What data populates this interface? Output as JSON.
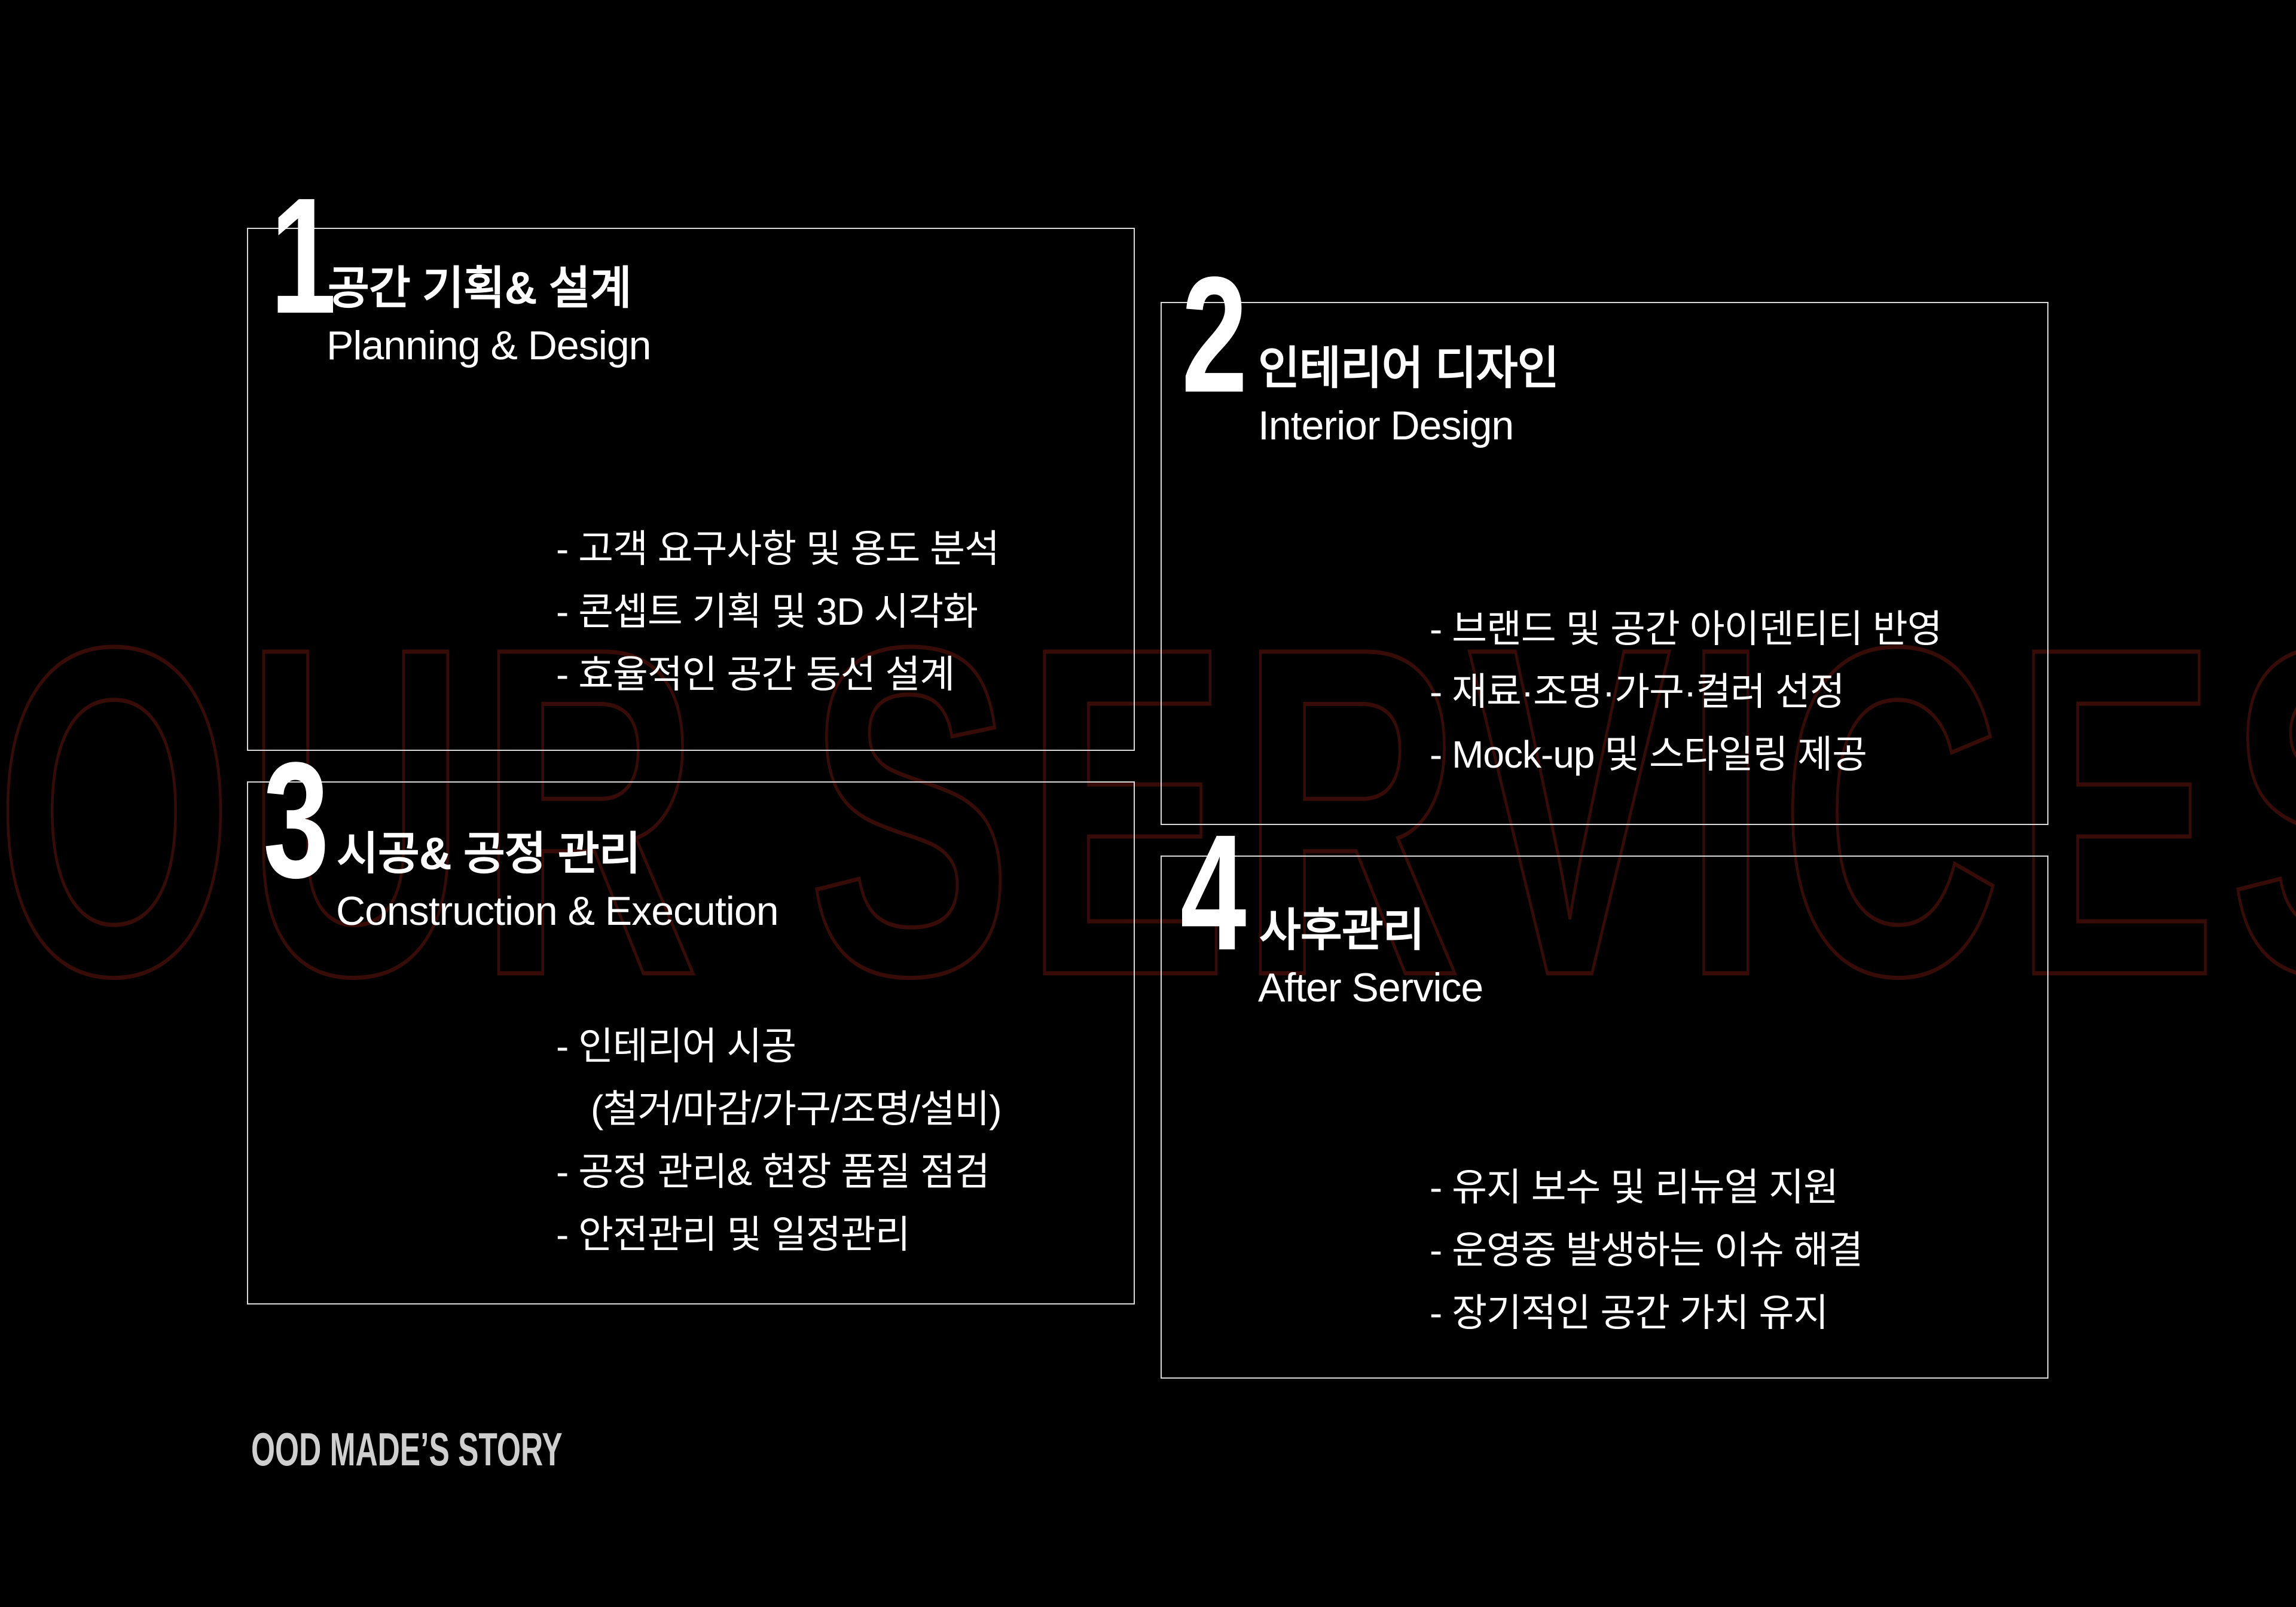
{
  "background_text": "OUR SERVICES",
  "colors": {
    "background": "#000000",
    "text": "#ffffff",
    "card_border": "#d9d9d9",
    "outline_text": "#360b08",
    "footer_text": "#cfcfcf"
  },
  "services": [
    {
      "number": "1",
      "title_ko": "공간 기획& 설계",
      "title_en": "Planning & Design",
      "items": [
        "- 고객 요구사항 및 용도 분석",
        "- 콘셉트 기획 및 3D 시각화",
        "- 효율적인 공간 동선 설계"
      ]
    },
    {
      "number": "2",
      "title_ko": "인테리어 디자인",
      "title_en": "Interior Design",
      "items": [
        "- 브랜드 및 공간 아이덴티티 반영",
        "- 재료·조명·가구·컬러 선정",
        "- Mock-up 및 스타일링 제공"
      ]
    },
    {
      "number": "3",
      "title_ko": "시공& 공정 관리",
      "title_en": "Construction & Execution",
      "items": [
        "- 인테리어 시공",
        "(철거/마감/가구/조명/설비)",
        "- 공정 관리& 현장 품질 점검",
        "- 안전관리 및 일정관리"
      ]
    },
    {
      "number": "4",
      "title_ko": "사후관리",
      "title_en": "After Service",
      "items": [
        "- 유지 보수 및 리뉴얼 지원",
        "- 운영중 발생하는 이슈 해결",
        "- 장기적인 공간 가치 유지"
      ]
    }
  ],
  "footer": {
    "brand_text": "OOD MADE’S STORY"
  }
}
